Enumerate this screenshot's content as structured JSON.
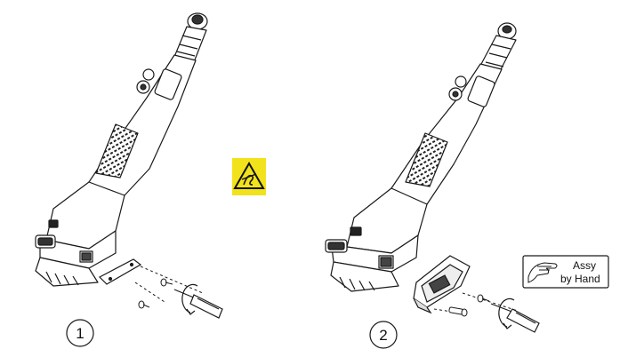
{
  "steps": [
    {
      "number": "1"
    },
    {
      "number": "2"
    }
  ],
  "assy_badge": {
    "line1": "Assy",
    "line2": "by Hand",
    "icon": "hand-icon"
  },
  "esd_warning": {
    "icon": "esd-warning-icon",
    "color": "#f2e21b"
  },
  "colors": {
    "line": "#1a1a1a",
    "fill": "#ffffff",
    "shade": "#444444"
  }
}
